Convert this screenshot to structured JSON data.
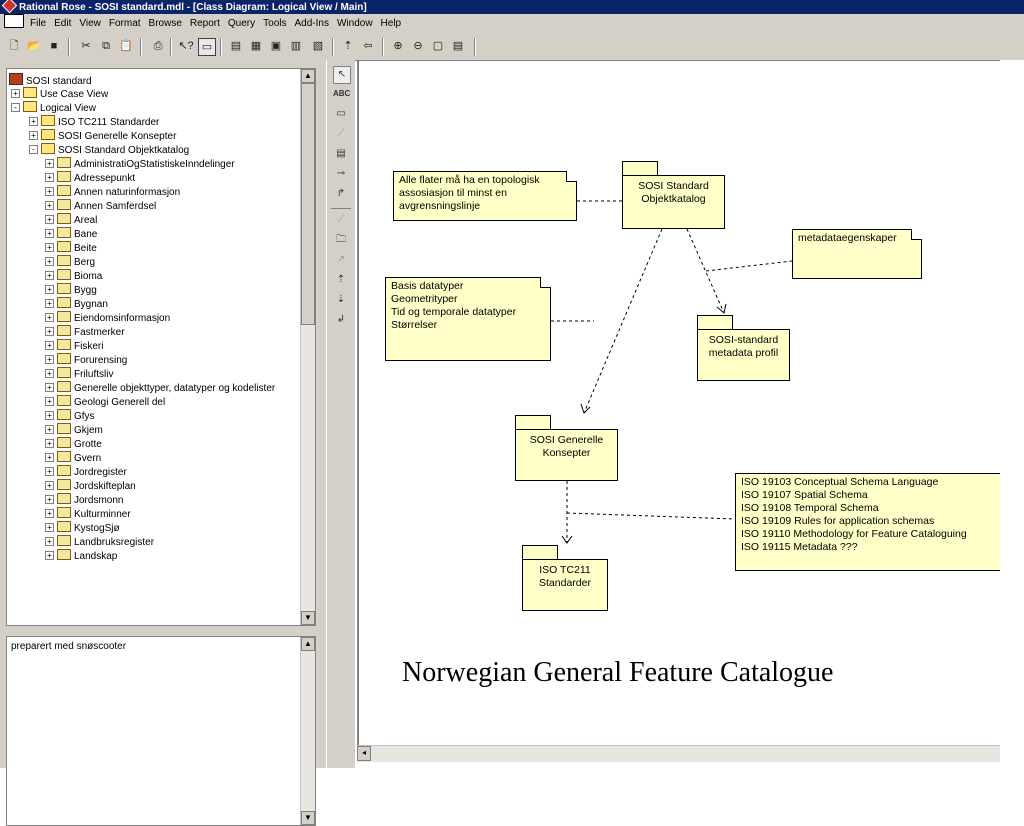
{
  "window": {
    "title": "Rational Rose - SOSI standard.mdl - [Class Diagram: Logical View / Main]"
  },
  "menu": [
    "File",
    "Edit",
    "View",
    "Format",
    "Browse",
    "Report",
    "Query",
    "Tools",
    "Add-Ins",
    "Window",
    "Help"
  ],
  "toolbar_icons": [
    "new-icon",
    "open-icon",
    "save-icon",
    "cut-icon",
    "copy-icon",
    "paste-icon",
    "print-icon",
    "context-help-icon",
    "browser-icon",
    "documentation-icon",
    "class-diagram-icon",
    "component-diagram-icon",
    "deployment-diagram-icon",
    "sequence-diagram-icon",
    "statechart-icon",
    "browse-parent-icon",
    "previous-diagram-icon",
    "zoom-in-icon",
    "zoom-out-icon",
    "fit-window-icon",
    "undo-fit-icon"
  ],
  "tree": {
    "root": "SOSI standard",
    "items": [
      {
        "label": "Use Case View",
        "level": 1,
        "kind": "folder",
        "expander": "+"
      },
      {
        "label": "Logical View",
        "level": 1,
        "kind": "folder",
        "expander": "-"
      },
      {
        "label": "ISO TC211 Standarder",
        "level": 2,
        "kind": "folder",
        "expander": "+"
      },
      {
        "label": "SOSI Generelle Konsepter",
        "level": 2,
        "kind": "folder",
        "expander": "+"
      },
      {
        "label": "SOSI Standard Objektkatalog",
        "level": 2,
        "kind": "folder",
        "expander": "-"
      },
      {
        "label": "AdministratiOgStatistiskeInndelinger",
        "level": 3,
        "kind": "package",
        "expander": "+"
      },
      {
        "label": "Adressepunkt",
        "level": 3,
        "kind": "package",
        "expander": "+"
      },
      {
        "label": "Annen naturinformasjon",
        "level": 3,
        "kind": "package",
        "expander": "+"
      },
      {
        "label": "Annen Samferdsel",
        "level": 3,
        "kind": "package",
        "expander": "+"
      },
      {
        "label": "Areal",
        "level": 3,
        "kind": "package",
        "expander": "+"
      },
      {
        "label": "Bane",
        "level": 3,
        "kind": "package",
        "expander": "+"
      },
      {
        "label": "Beite",
        "level": 3,
        "kind": "package",
        "expander": "+"
      },
      {
        "label": "Berg",
        "level": 3,
        "kind": "package",
        "expander": "+"
      },
      {
        "label": "Bioma",
        "level": 3,
        "kind": "package",
        "expander": "+"
      },
      {
        "label": "Bygg",
        "level": 3,
        "kind": "package",
        "expander": "+"
      },
      {
        "label": "Bygnan",
        "level": 3,
        "kind": "package",
        "expander": "+"
      },
      {
        "label": "Eiendomsinformasjon",
        "level": 3,
        "kind": "package",
        "expander": "+"
      },
      {
        "label": "Fastmerker",
        "level": 3,
        "kind": "package",
        "expander": "+"
      },
      {
        "label": "Fiskeri",
        "level": 3,
        "kind": "package",
        "expander": "+"
      },
      {
        "label": "Forurensing",
        "level": 3,
        "kind": "package",
        "expander": "+"
      },
      {
        "label": "Friluftsliv",
        "level": 3,
        "kind": "package",
        "expander": "+"
      },
      {
        "label": "Generelle objekttyper, datatyper og kodelister",
        "level": 3,
        "kind": "package",
        "expander": "+"
      },
      {
        "label": "Geologi Generell del",
        "level": 3,
        "kind": "package",
        "expander": "+"
      },
      {
        "label": "Gfys",
        "level": 3,
        "kind": "package",
        "expander": "+"
      },
      {
        "label": "Gkjem",
        "level": 3,
        "kind": "package",
        "expander": "+"
      },
      {
        "label": "Grotte",
        "level": 3,
        "kind": "package",
        "expander": "+"
      },
      {
        "label": "Gvern",
        "level": 3,
        "kind": "package",
        "expander": "+"
      },
      {
        "label": "Jordregister",
        "level": 3,
        "kind": "package",
        "expander": "+"
      },
      {
        "label": "Jordskifteplan",
        "level": 3,
        "kind": "package",
        "expander": "+"
      },
      {
        "label": "Jordsmonn",
        "level": 3,
        "kind": "package",
        "expander": "+"
      },
      {
        "label": "Kulturminner",
        "level": 3,
        "kind": "package",
        "expander": "+"
      },
      {
        "label": "KystogSjø",
        "level": 3,
        "kind": "package",
        "expander": "+"
      },
      {
        "label": "Landbruksregister",
        "level": 3,
        "kind": "package",
        "expander": "+"
      },
      {
        "label": "Landskap",
        "level": 3,
        "kind": "package",
        "expander": "+"
      }
    ]
  },
  "documentation": {
    "text": "preparert med snøscooter"
  },
  "palette_icons": [
    "selection-tool-icon",
    "text-tool-icon",
    "note-tool-icon",
    "anchor-note-tool-icon",
    "class-tool-icon",
    "interface-tool-icon",
    "association-tool-icon",
    "unidirectional-association-icon",
    "package-tool-icon",
    "dependency-tool-icon",
    "generalization-tool-icon",
    "realize-tool-icon",
    "navigate-icon"
  ],
  "palette_text": {
    "abc": "ABC"
  },
  "diagram": {
    "notes": {
      "topology": "Alle flater må ha en topologisk\nassosiasjon til minst en\navgrensningslinje",
      "metadata": "metadataegenskaper",
      "datatypes": "Basis datatyper\nGeometrityper\nTid og temporale datatyper\nStørrelser",
      "iso": "ISO 19103 Conceptual Schema Language\nISO 19107 Spatial Schema\nISO 19108 Temporal Schema\nISO 19109 Rules for application schemas\nISO 19110 Methodology for Feature Cataloguing\nISO 19115 Metadata ???"
    },
    "packages": {
      "objektkatalog": "SOSI Standard\nObjektkatalog",
      "metadata_profil": "SOSI-standard\nmetadata profil",
      "generelle": "SOSI Generelle\nKonsepter",
      "iso_tc211": "ISO TC211\nStandarder"
    },
    "caption": "Norwegian General Feature Catalogue"
  },
  "colors": {
    "note_fill": "#ffffc8",
    "titlebar": "#0a246a",
    "chrome": "#d4d0c8"
  }
}
